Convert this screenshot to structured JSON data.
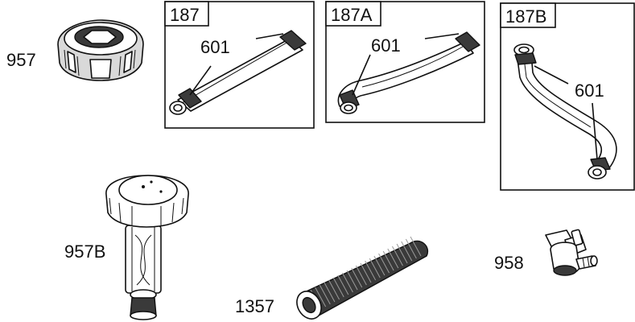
{
  "parts": {
    "cap_957": "957",
    "cap_957b": "957B",
    "hose_1357": "1357",
    "valve_958": "958"
  },
  "boxes": {
    "box_187": {
      "title": "187",
      "clamp": "601"
    },
    "box_187a": {
      "title": "187A",
      "clamp": "601"
    },
    "box_187b": {
      "title": "187B",
      "clamp": "601"
    }
  }
}
